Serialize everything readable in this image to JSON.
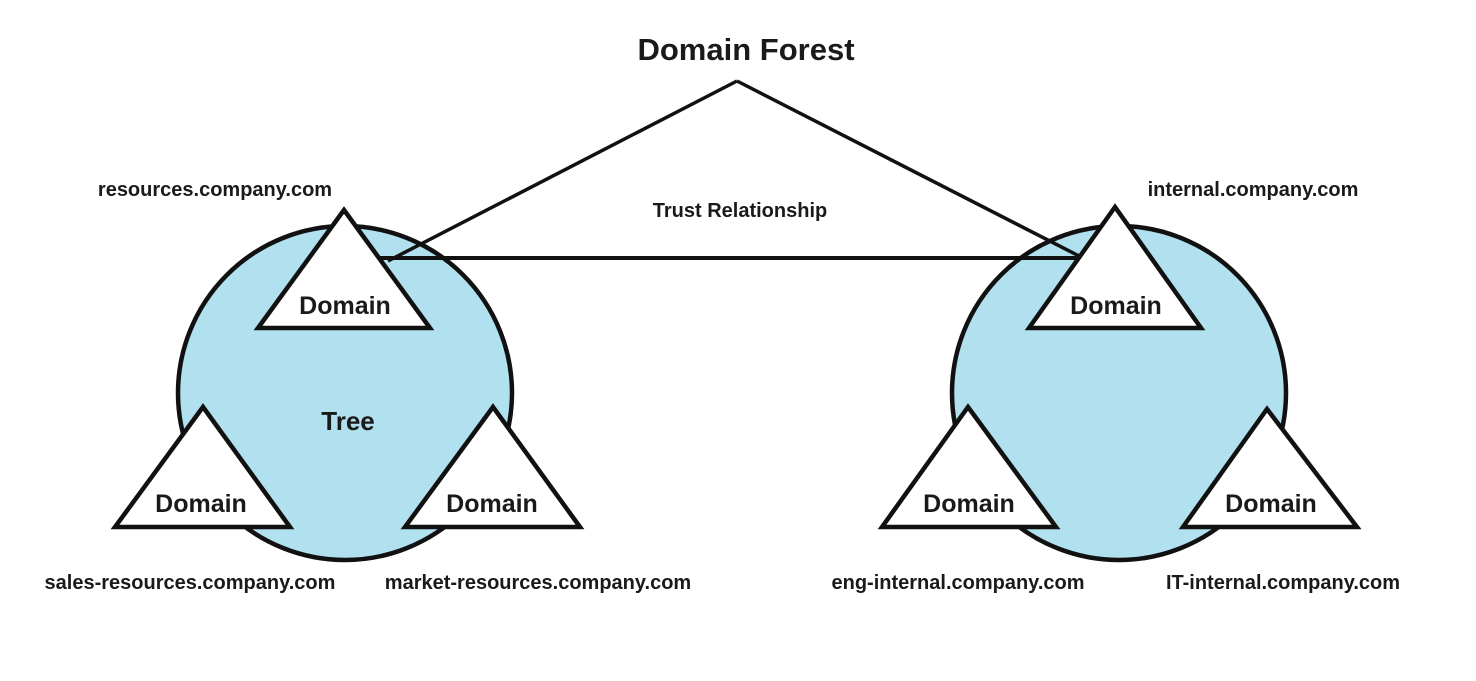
{
  "title": "Domain Forest",
  "trust_relationship_label": "Trust Relationship",
  "colors": {
    "tree_fill": "#b1e0ef",
    "line": "#111111",
    "text": "#1a1a1a",
    "triangle_fill": "#ffffff",
    "background": "#ffffff"
  },
  "left_tree": {
    "tree_name": "Tree",
    "root_domain_fqdn": "resources.company.com",
    "root_triangle_label": "Domain",
    "children": [
      {
        "triangle_label": "Domain",
        "fqdn": "sales-resources.company.com"
      },
      {
        "triangle_label": "Domain",
        "fqdn": "market-resources.company.com"
      }
    ]
  },
  "right_tree": {
    "root_domain_fqdn": "internal.company.com",
    "root_triangle_label": "Domain",
    "children": [
      {
        "triangle_label": "Domain",
        "fqdn": "eng-internal.company.com"
      },
      {
        "triangle_label": "Domain",
        "fqdn": "IT-internal.company.com"
      }
    ]
  }
}
